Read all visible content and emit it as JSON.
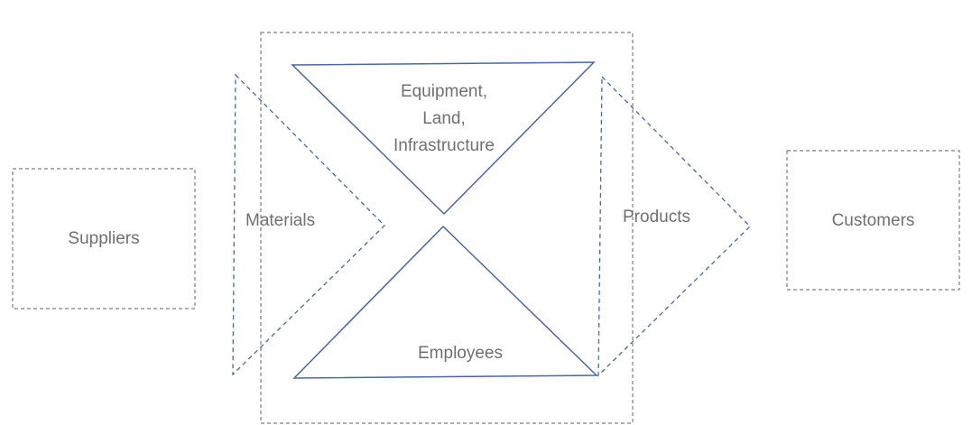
{
  "nodes": {
    "suppliers": "Suppliers",
    "materials": "Materials",
    "equipment": [
      "Equipment,",
      "Land,",
      "Infrastructure"
    ],
    "employees": "Employees",
    "products": "Products",
    "customers": "Customers"
  },
  "colors": {
    "box": "#808080",
    "triangle": "#4a66a8",
    "arrow": "#4a66a8",
    "text": "#707070"
  }
}
